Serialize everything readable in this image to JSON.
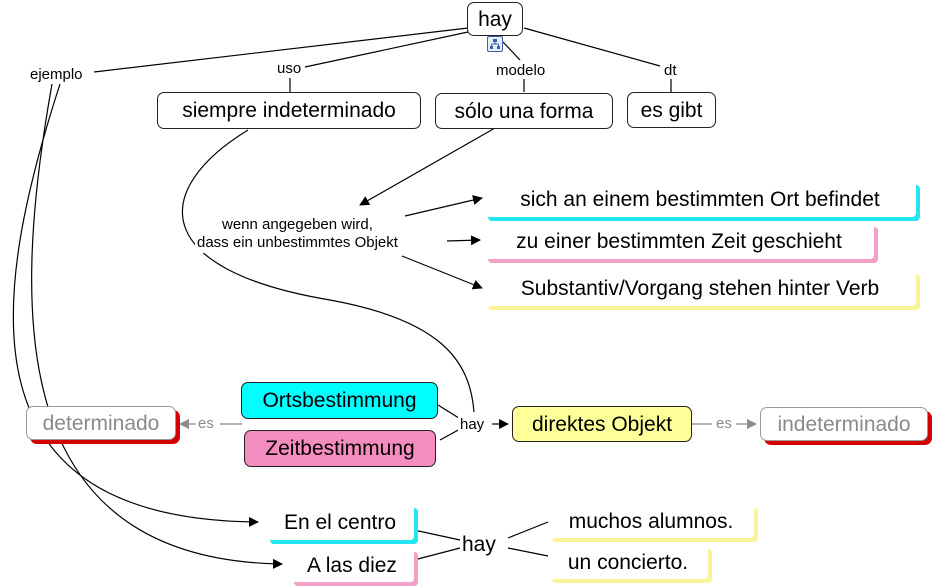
{
  "nodes": {
    "hay_top": "hay",
    "siempre": "siempre indeterminado",
    "solo": "sólo una forma",
    "esgibt": "es gibt",
    "ort": "sich an einem bestimmten Ort befindet",
    "zeit": "zu einer bestimmten Zeit geschieht",
    "subst": "Substantiv/Vorgang stehen hinter Verb",
    "ortsbest": "Ortsbestimmung",
    "zeitbest": "Zeitbestimmung",
    "determinado": "determinado",
    "direktes": "direktes Objekt",
    "indeterminado": "indeterminado",
    "centro": "En el centro",
    "diez": "A las diez",
    "alumnos": "muchos alumnos.",
    "concierto": "un concierto."
  },
  "labels": {
    "ejemplo": "ejemplo",
    "uso": "uso",
    "modelo": "modelo",
    "dt": "dt",
    "wenn_line1": "wenn angegeben wird,",
    "wenn_line2": "dass ein unbestimmtes Objekt",
    "es_left": "es",
    "hay_mid": "hay",
    "es_right": "es",
    "hay_bottom": "hay"
  },
  "icons": {
    "concept_icon": "sitemap-icon"
  },
  "colors": {
    "cyan": "#00ffff",
    "pink": "#f58cc0",
    "yellow": "#ffff99",
    "red": "#d40000"
  }
}
